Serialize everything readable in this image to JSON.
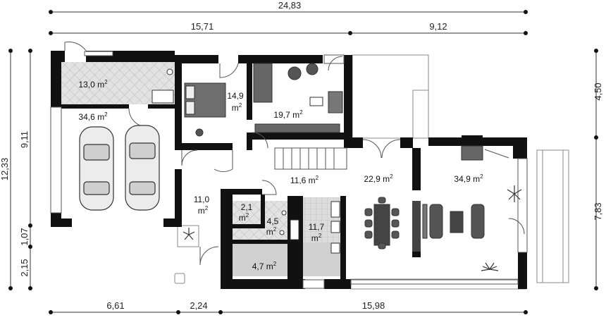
{
  "dimensions": {
    "top_total": "24,83",
    "top_left": "15,71",
    "top_right": "9,12",
    "bottom_left": "6,61",
    "bottom_mid": "2,24",
    "bottom_right": "15,98",
    "left_total": "12,33",
    "left_main": "9,11",
    "left_mid": "1,07",
    "left_low": "2,15",
    "right_top": "4,50",
    "right_bottom": "7,83"
  },
  "rooms": {
    "boiler": {
      "area": "13,0",
      "unit": "m"
    },
    "garage": {
      "area": "34,6",
      "unit": "m"
    },
    "bedroom": {
      "area": "14,9",
      "unit": "m"
    },
    "study": {
      "area": "19,7",
      "unit": "m"
    },
    "hall": {
      "area": "11,6",
      "unit": "m"
    },
    "dining": {
      "area": "22,9",
      "unit": "m"
    },
    "living": {
      "area": "34,9",
      "unit": "m"
    },
    "vestibule": {
      "area": "11,0",
      "unit": "m"
    },
    "wc": {
      "area": "2,1",
      "unit": "m"
    },
    "bath": {
      "area": "4,5",
      "unit": "m"
    },
    "kitchen": {
      "area": "11,7",
      "unit": "m"
    },
    "pantry": {
      "area": "4,7",
      "unit": "m"
    }
  },
  "colors": {
    "wall": "#111111",
    "tile_floor": "#d9d9d9",
    "pantry_floor": "#cfcfcf",
    "outline": "#777777"
  }
}
